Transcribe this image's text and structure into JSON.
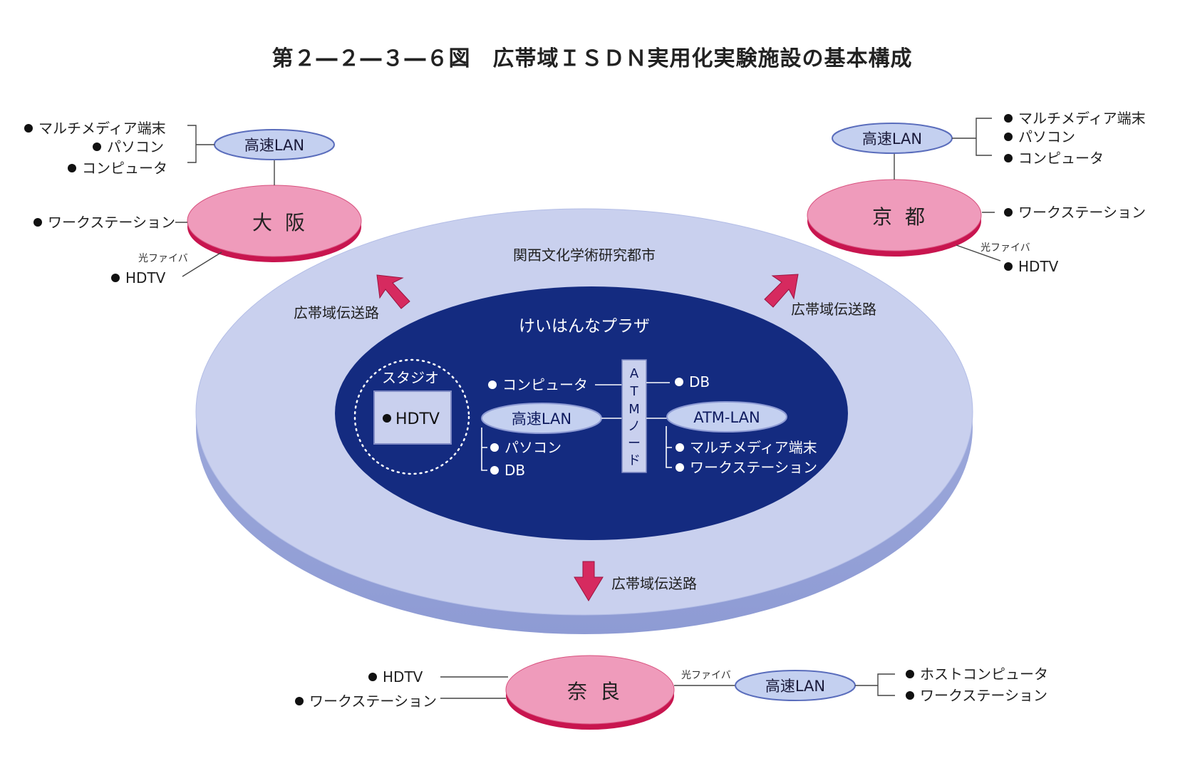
{
  "title": "第２―２―３―６図　広帯域ＩＳＤＮ実用化実験施設の基本構成",
  "colors": {
    "outer_disc": "#c9d0ee",
    "inner_disc": "#142b80",
    "city": "#ef9bbb",
    "city_rim": "#c8154f",
    "lan": "#c4d0f0",
    "arrow": "#d62a5f"
  },
  "region": {
    "label": "関西文化学術研究都市"
  },
  "plaza": {
    "label": "けいはんなプラザ",
    "studio": {
      "label": "スタジオ",
      "device": "HDTV"
    },
    "computer": "コンピュータ",
    "lan": "高速LAN",
    "lan_devices": [
      "パソコン",
      "DB"
    ],
    "atm_node": [
      "A",
      "T",
      "M",
      "ノ",
      "ー",
      "ド"
    ],
    "db": "DB",
    "atm_lan": "ATM-LAN",
    "atm_lan_devices": [
      "マルチメディア端末",
      "ワークステーション"
    ]
  },
  "osaka": {
    "label": "大阪",
    "lan": "高速LAN",
    "lan_devices": [
      "マルチメディア端末",
      "パソコン",
      "コンピュータ"
    ],
    "workstation": "ワークステーション",
    "fiber": "光ファイバ",
    "hdtv": "HDTV"
  },
  "kyoto": {
    "label": "京都",
    "lan": "高速LAN",
    "lan_devices": [
      "マルチメディア端末",
      "パソコン",
      "コンピュータ"
    ],
    "workstation": "ワークステーション",
    "fiber": "光ファイバ",
    "hdtv": "HDTV"
  },
  "nara": {
    "label": "奈良",
    "hdtv": "HDTV",
    "workstation": "ワークステーション",
    "fiber": "光ファイバ",
    "lan": "高速LAN",
    "lan_devices": [
      "ホストコンピュータ",
      "ワークステーション"
    ]
  },
  "links": {
    "left": "広帯域伝送路",
    "right": "広帯域伝送路",
    "bottom": "広帯域伝送路"
  }
}
